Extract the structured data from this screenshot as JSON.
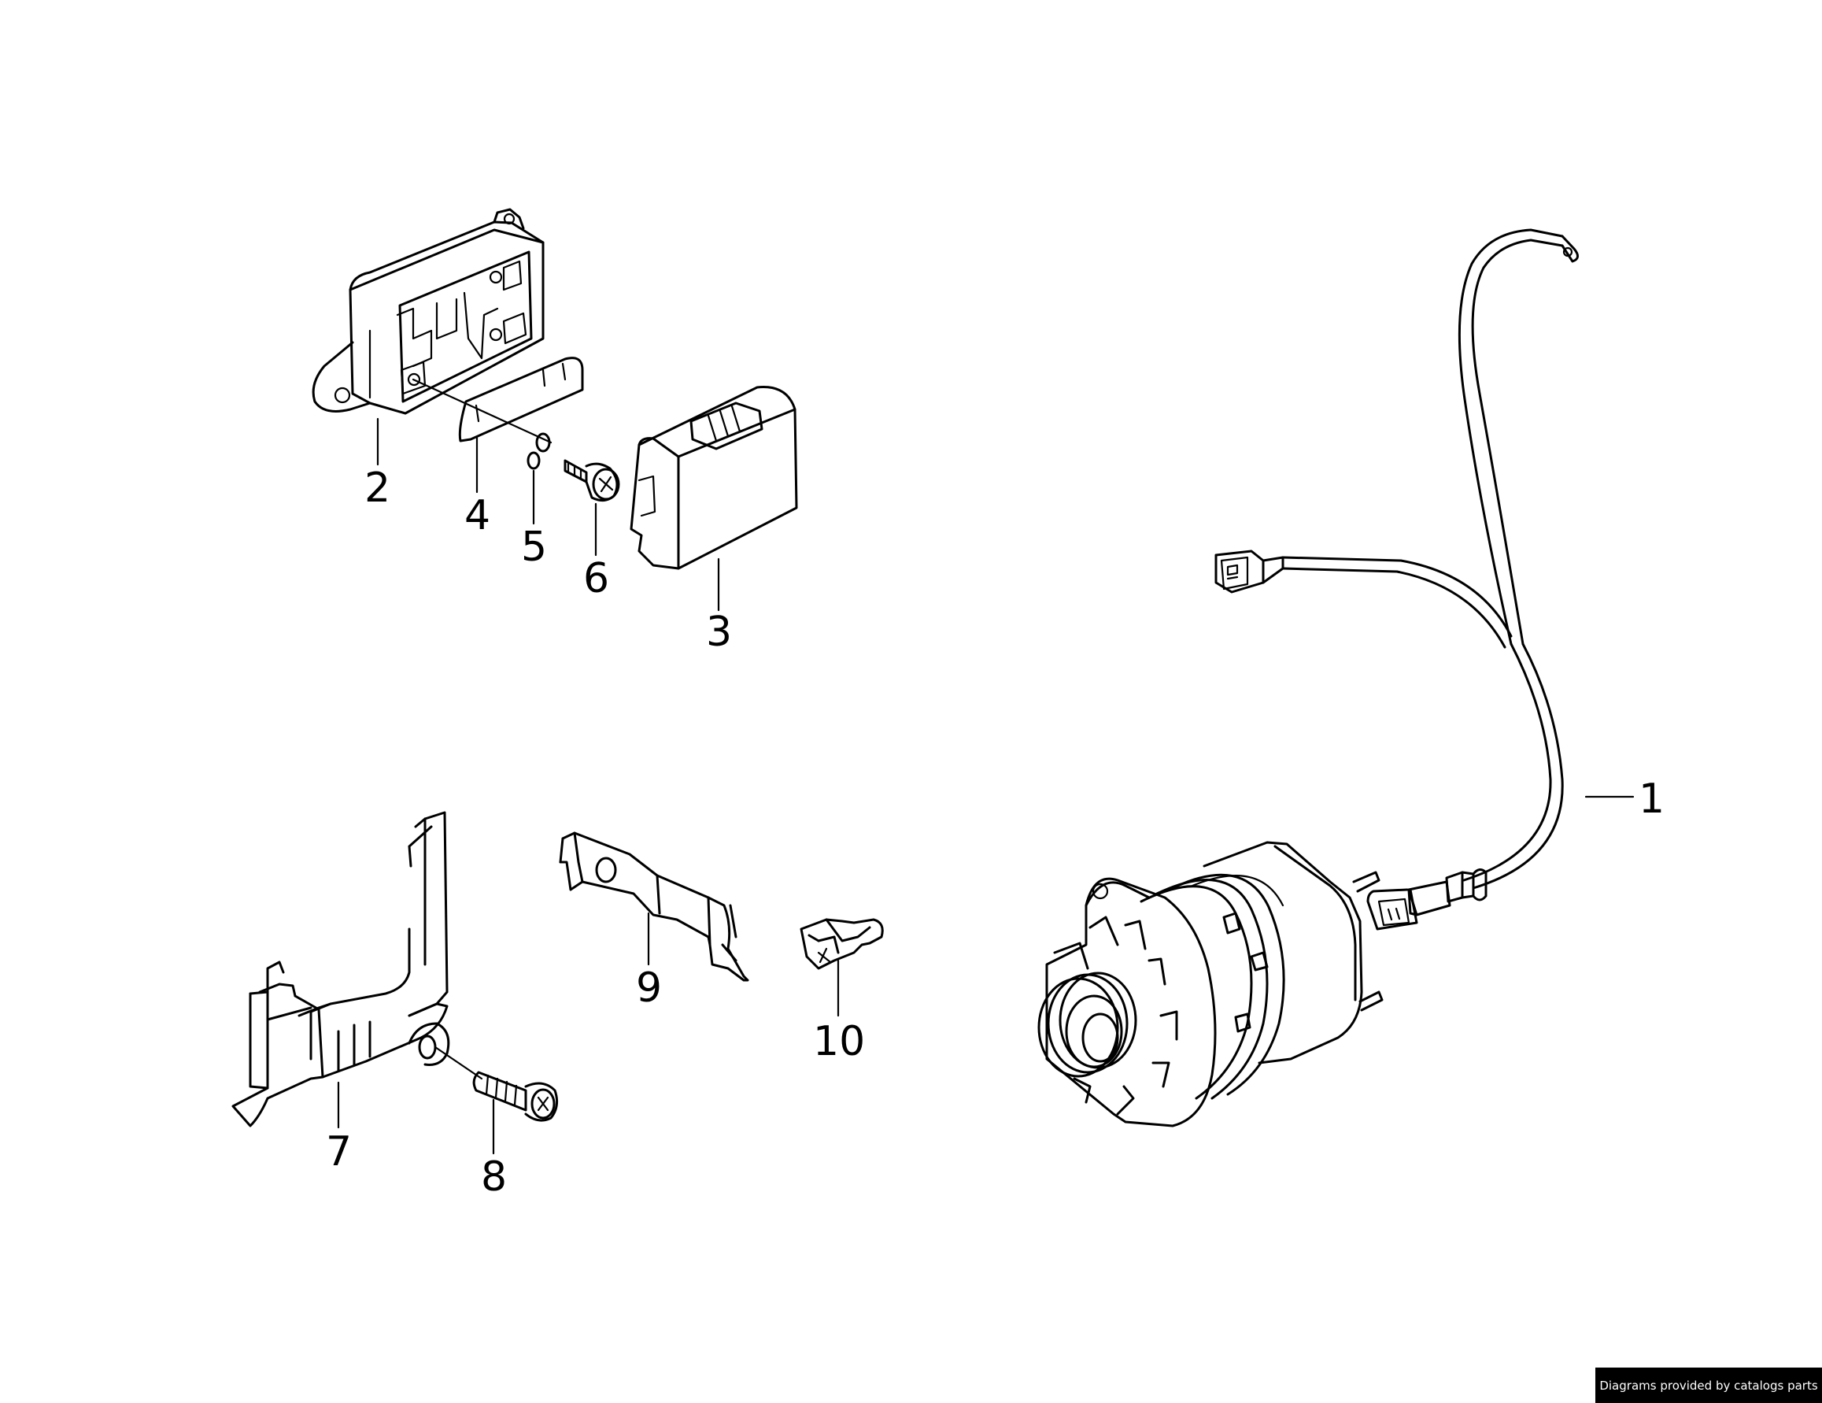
{
  "callouts": [
    "1",
    "2",
    "3",
    "4",
    "5",
    "6",
    "7",
    "8",
    "9",
    "10"
  ],
  "credit": "Diagrams provided by catalogs parts"
}
